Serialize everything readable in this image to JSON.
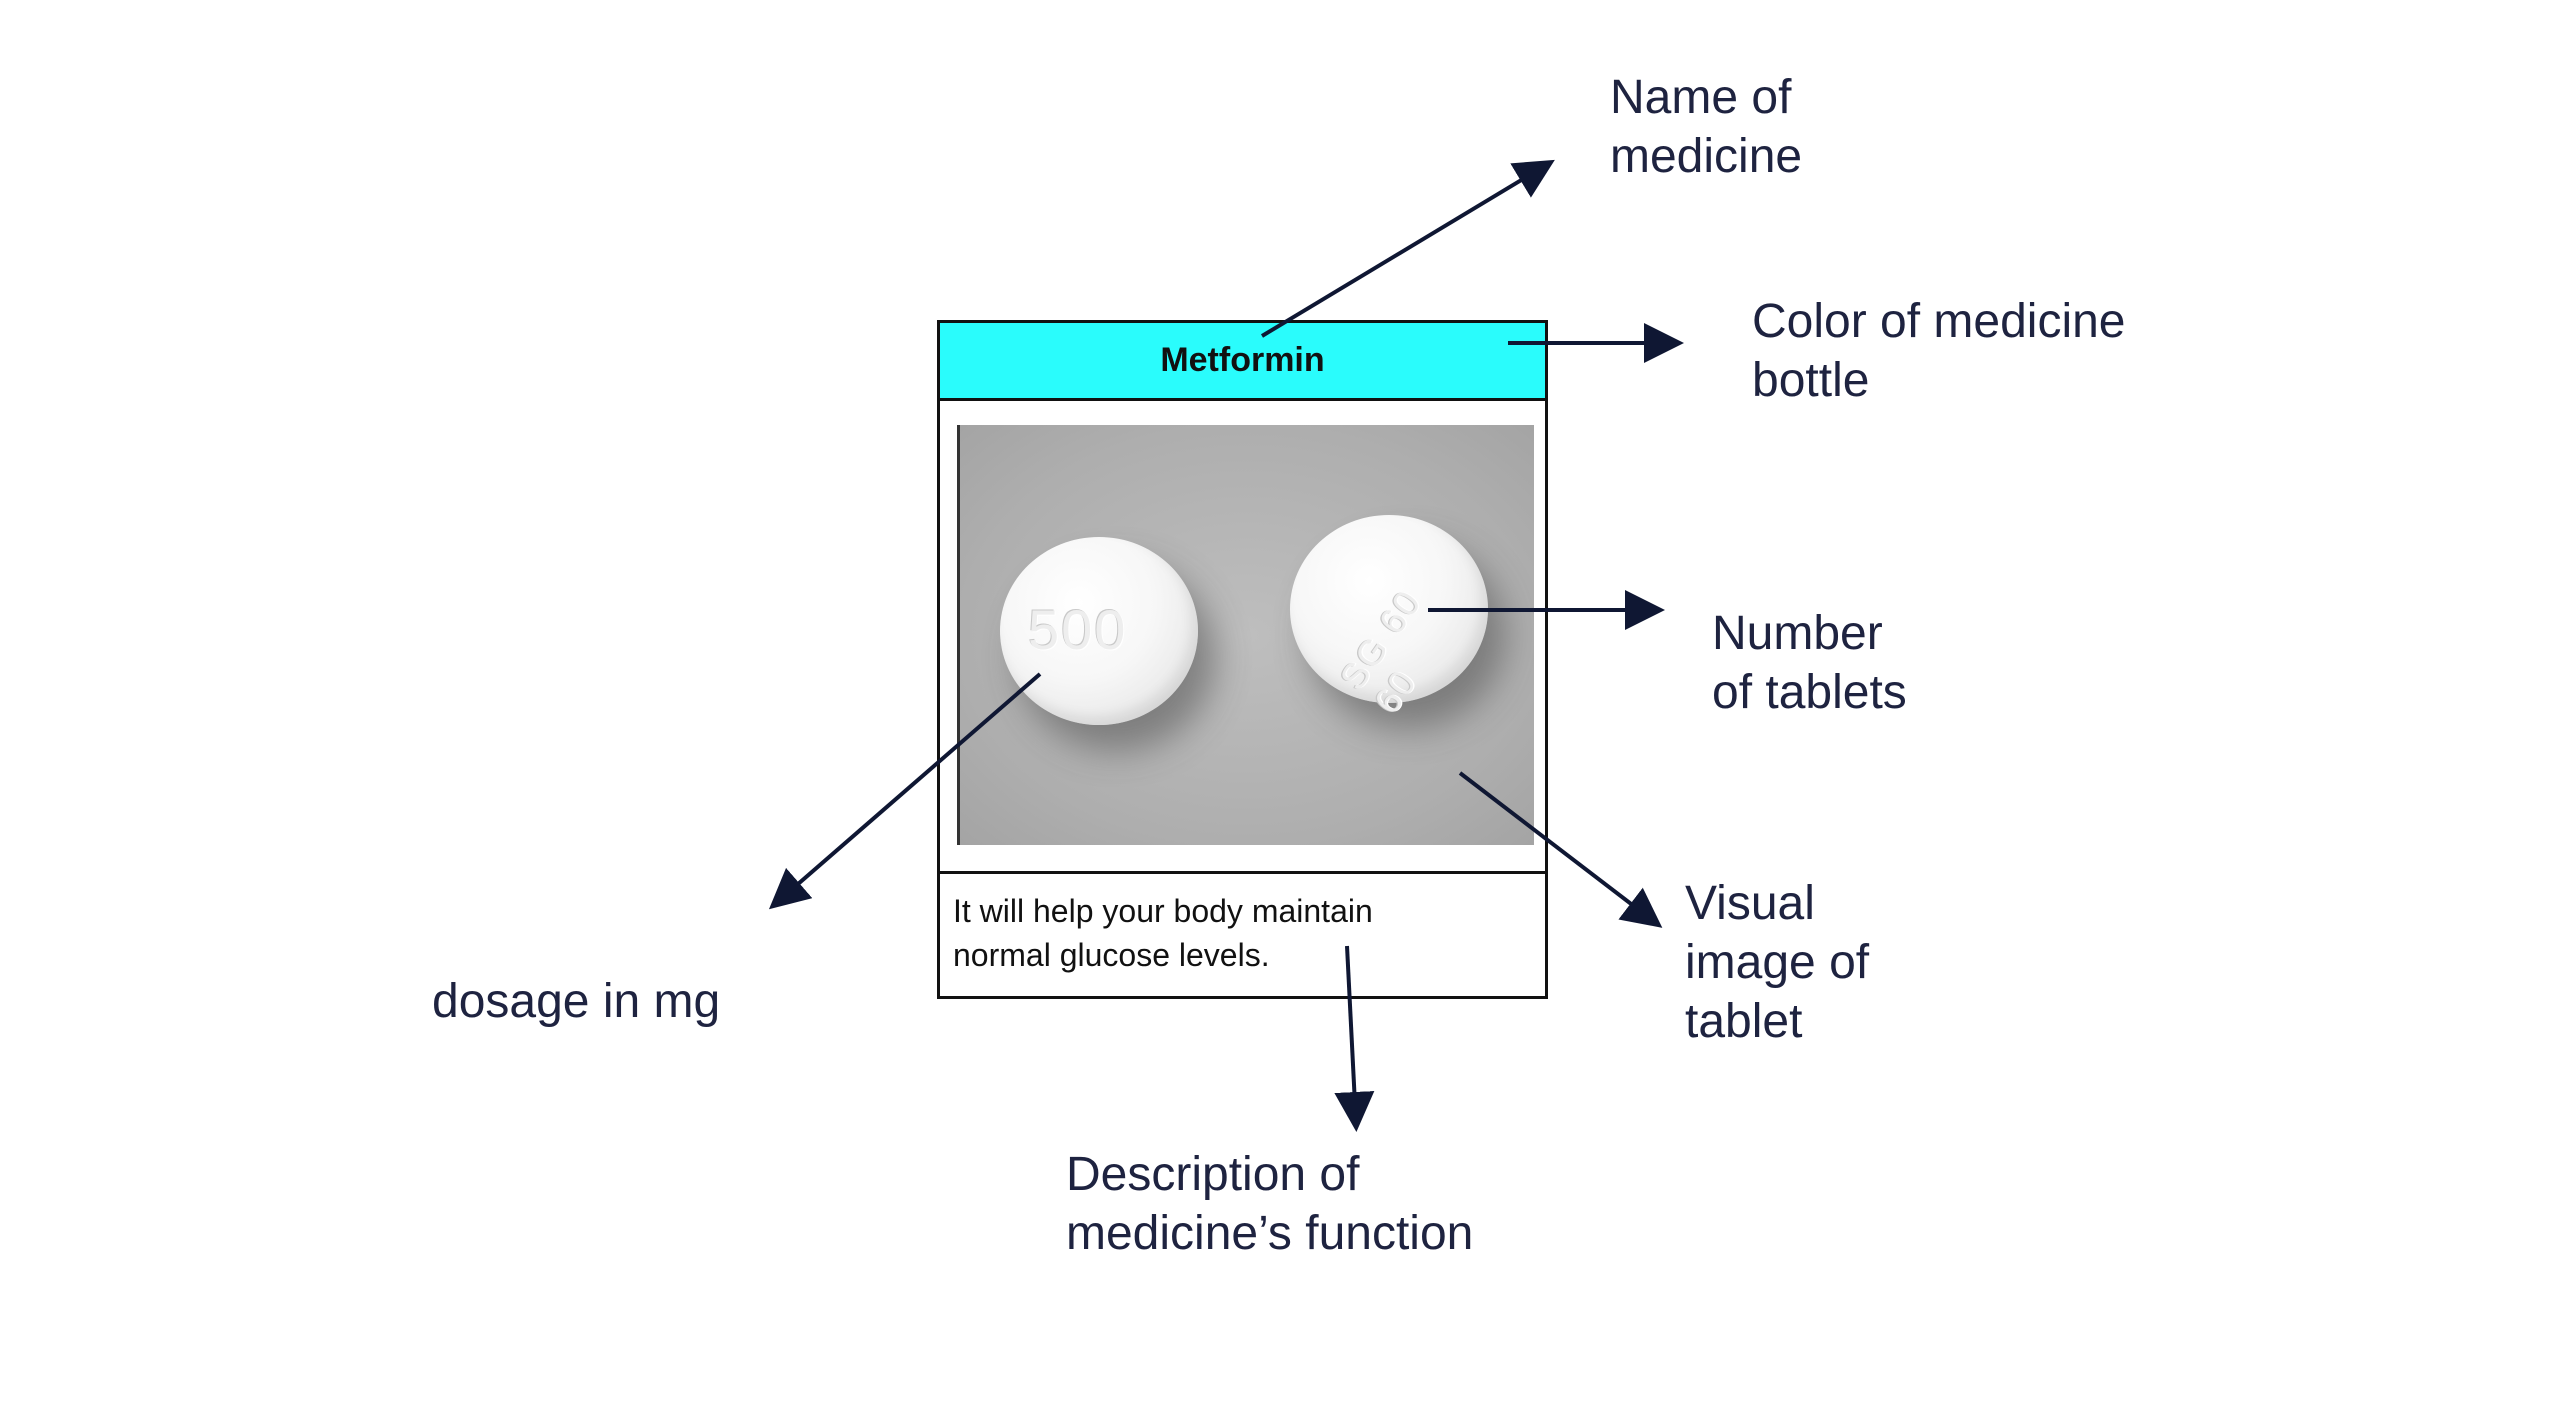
{
  "card": {
    "title": "Metformin",
    "header_color": "#2afcfc",
    "pill_imprints": [
      "500",
      "SG 60 60"
    ],
    "description": "It will help your body maintain normal glucose levels."
  },
  "callouts": {
    "name": "Name of\nmedicine",
    "color": "Color of medicine\nbottle",
    "number": "Number\nof tablets",
    "visual": "Visual\nimage of\ntablet",
    "description": "Description of\nmedicine’s function",
    "dosage": "dosage in mg"
  },
  "colors": {
    "arrow": "#0f1733",
    "label_text": "#1e2340",
    "card_border": "#111111"
  }
}
